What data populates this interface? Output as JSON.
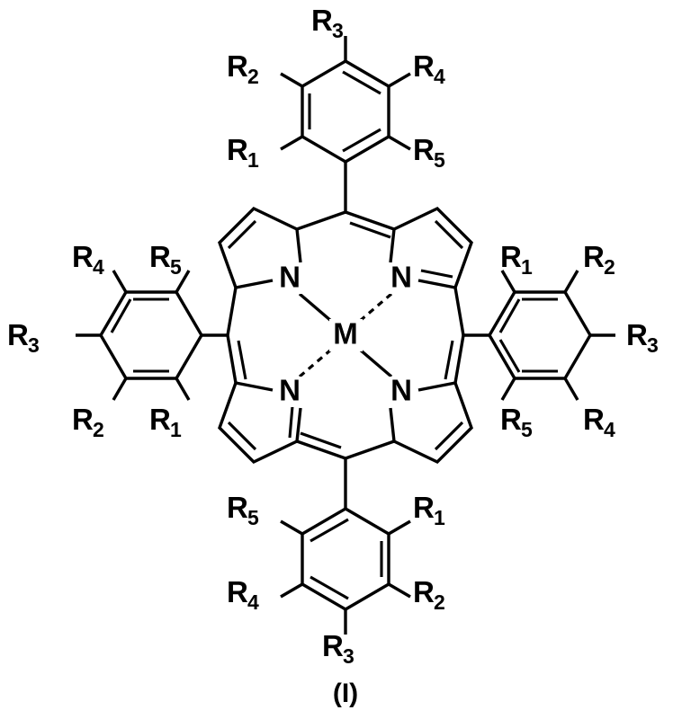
{
  "figure": {
    "label": "(I)",
    "kind": "chemical-structure",
    "description": "Metalloporphyrin general formula with meso-tetraaryl substituents",
    "colors": {
      "line": "#000000",
      "background": "#ffffff",
      "text": "#000000"
    }
  },
  "core": {
    "metal_label": "M",
    "nitrogen_label": "N",
    "nitrogens": [
      {
        "id": "n-top-left",
        "label": "N",
        "bond_to_metal": "solid"
      },
      {
        "id": "n-top-right",
        "label": "N",
        "bond_to_metal": "dashed"
      },
      {
        "id": "n-bottom-left",
        "label": "N",
        "bond_to_metal": "dashed"
      },
      {
        "id": "n-bottom-right",
        "label": "N",
        "bond_to_metal": "solid"
      }
    ]
  },
  "substituent_rings": [
    {
      "id": "phenyl-top",
      "position": "top",
      "labels": {
        "para": "R",
        "para_sub": "3",
        "meta_left": "R",
        "meta_left_sub": "2",
        "meta_right": "R",
        "meta_right_sub": "4",
        "ortho_left": "R",
        "ortho_left_sub": "1",
        "ortho_right": "R",
        "ortho_right_sub": "5"
      }
    },
    {
      "id": "phenyl-left",
      "position": "left",
      "labels": {
        "para": "R",
        "para_sub": "3",
        "meta_left": "R",
        "meta_left_sub": "4",
        "meta_right": "R",
        "meta_right_sub": "5",
        "ortho_left": "R",
        "ortho_left_sub": "2",
        "ortho_right": "R",
        "ortho_right_sub": "1"
      }
    },
    {
      "id": "phenyl-right",
      "position": "right",
      "labels": {
        "para": "R",
        "para_sub": "3",
        "meta_left": "R",
        "meta_left_sub": "1",
        "meta_right": "R",
        "meta_right_sub": "2",
        "ortho_left": "R",
        "ortho_left_sub": "5",
        "ortho_right": "R",
        "ortho_right_sub": "4"
      }
    },
    {
      "id": "phenyl-bottom",
      "position": "bottom",
      "labels": {
        "para": "R",
        "para_sub": "3",
        "meta_left": "R",
        "meta_left_sub": "5",
        "meta_right": "R",
        "meta_right_sub": "1",
        "ortho_left": "R",
        "ortho_left_sub": "4",
        "ortho_right": "R",
        "ortho_right_sub": "2"
      }
    }
  ],
  "r_labels": {
    "top_r3": {
      "text": "R",
      "sub": "3"
    },
    "top_r2": {
      "text": "R",
      "sub": "2"
    },
    "top_r4": {
      "text": "R",
      "sub": "4"
    },
    "top_r1": {
      "text": "R",
      "sub": "1"
    },
    "top_r5": {
      "text": "R",
      "sub": "5"
    },
    "left_r4": {
      "text": "R",
      "sub": "4"
    },
    "left_r5": {
      "text": "R",
      "sub": "5"
    },
    "left_r3": {
      "text": "R",
      "sub": "3"
    },
    "left_r2": {
      "text": "R",
      "sub": "2"
    },
    "left_r1": {
      "text": "R",
      "sub": "1"
    },
    "right_r1": {
      "text": "R",
      "sub": "1"
    },
    "right_r2": {
      "text": "R",
      "sub": "2"
    },
    "right_r3": {
      "text": "R",
      "sub": "3"
    },
    "right_r5": {
      "text": "R",
      "sub": "5"
    },
    "right_r4": {
      "text": "R",
      "sub": "4"
    },
    "bottom_r5": {
      "text": "R",
      "sub": "5"
    },
    "bottom_r1": {
      "text": "R",
      "sub": "1"
    },
    "bottom_r4": {
      "text": "R",
      "sub": "4"
    },
    "bottom_r2": {
      "text": "R",
      "sub": "2"
    },
    "bottom_r3": {
      "text": "R",
      "sub": "3"
    }
  }
}
